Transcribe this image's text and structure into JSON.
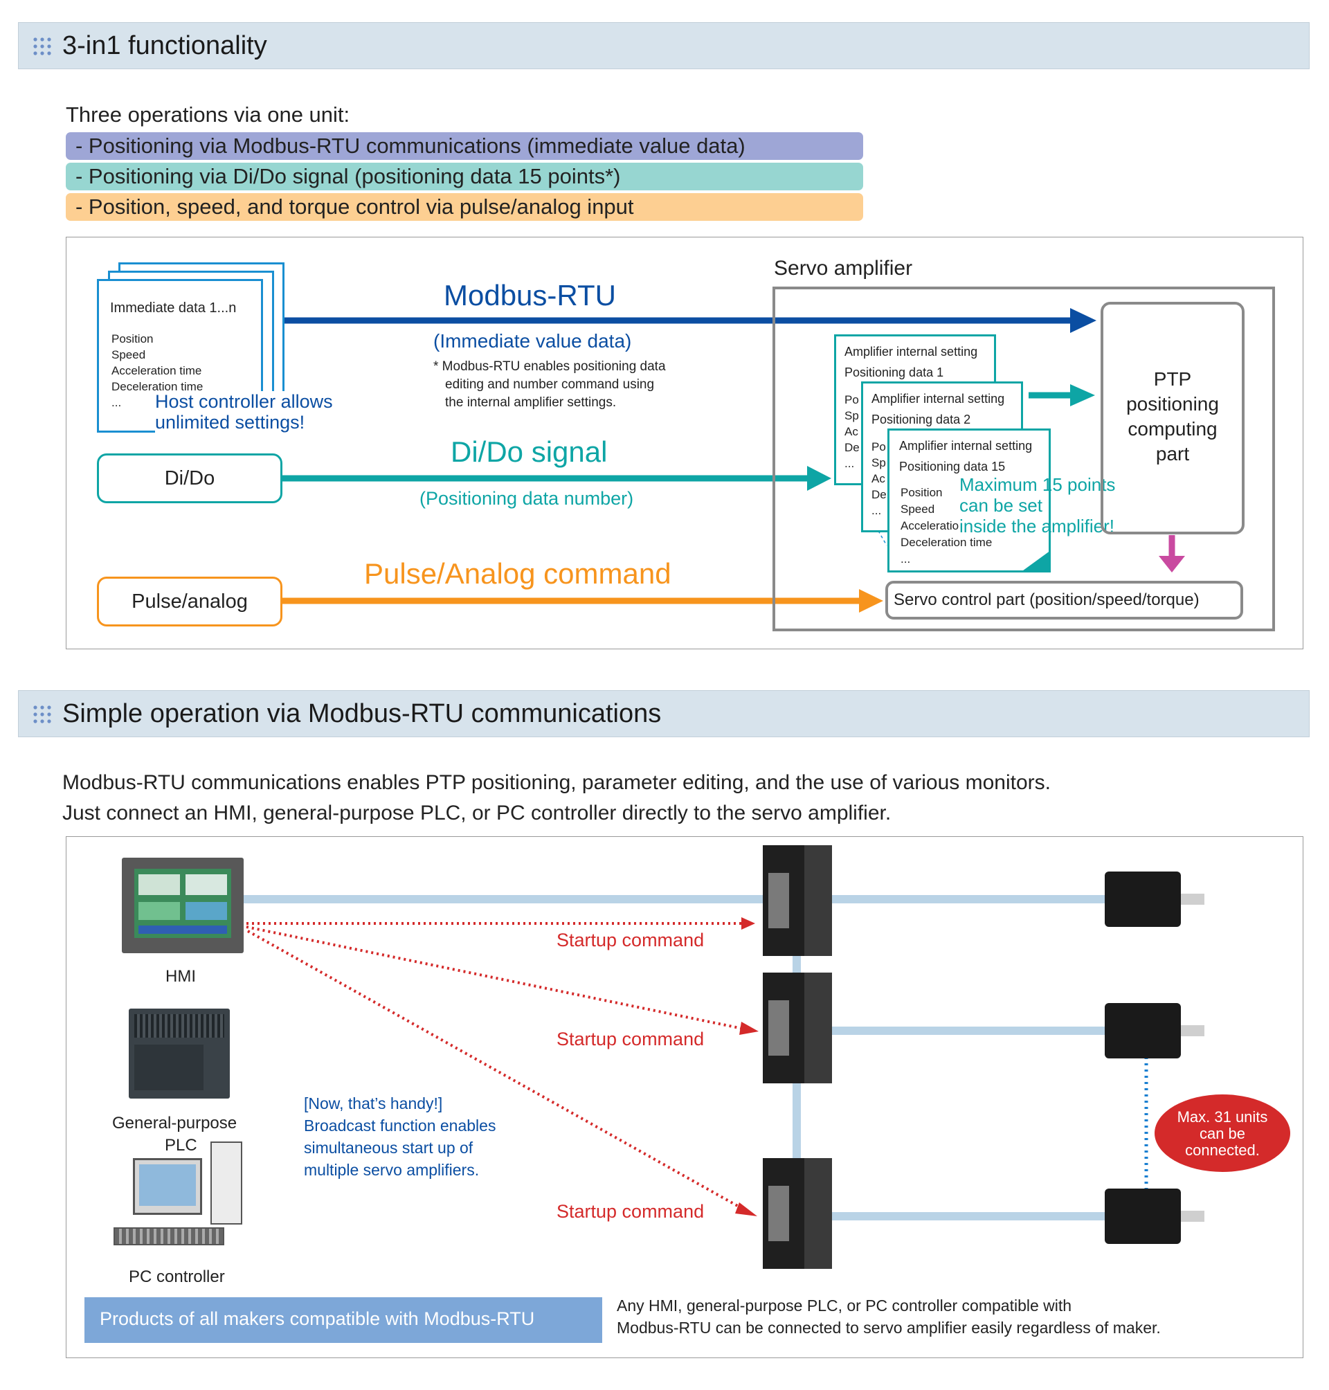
{
  "section1": {
    "title": "3-in1 functionality",
    "intro": "Three operations via one unit:",
    "operations": [
      {
        "label": "- Positioning via Modbus-RTU communications (immediate value data)",
        "color": "#9ea6d6"
      },
      {
        "label": "- Positioning via Di/Do signal (positioning data 15 points*)",
        "color": "#97d6d1"
      },
      {
        "label": "- Position, speed, and torque control via pulse/analog input",
        "color": "#fdcf92"
      }
    ],
    "diagram": {
      "immediate_title": "Immediate data 1...n",
      "immediate_items": [
        "Position",
        "Speed",
        "Acceleration time",
        "Deceleration time",
        "..."
      ],
      "host_note_line1": "Host controller allows",
      "host_note_line2": "unlimited settings!",
      "modbus_label": "Modbus-RTU",
      "modbus_sub": "(Immediate value data)",
      "modbus_note_line1": "* Modbus-RTU enables positioning data",
      "modbus_note_line2": "editing and number command using",
      "modbus_note_line3": "the internal amplifier settings.",
      "dido_box": "Di/Do",
      "dido_label": "Di/Do signal",
      "dido_sub": "(Positioning data number)",
      "pulse_box": "Pulse/analog",
      "pulse_label": "Pulse/Analog command",
      "servo_amp_title": "Servo amplifier",
      "amp_sheet_title": "Amplifier internal setting",
      "amp_sheet1": "Positioning data 1",
      "amp_sheet2": "Positioning data 2",
      "amp_sheet15": "Positioning data 15",
      "amp_frag_1": [
        "Po",
        "Sp",
        "Ac",
        "De",
        "..."
      ],
      "amp_frag_2": [
        "Po",
        "Sp",
        "Ac",
        "De",
        "..."
      ],
      "amp_items": [
        "Position",
        "Speed",
        "Acceleratio",
        "Deceleration time",
        "..."
      ],
      "max_note_line1": "Maximum 15 points",
      "max_note_line2": "can be set",
      "max_note_line3": "inside the amplifier!",
      "ptp_line1": "PTP",
      "ptp_line2": "positioning",
      "ptp_line3": "computing",
      "ptp_line4": "part",
      "servo_control": "Servo control part (position/speed/torque)"
    },
    "colors": {
      "modbus": "#0b4ea2",
      "dido": "#0ea5a5",
      "pulse": "#f7941d",
      "ptp_arrow": "#c94aa0"
    }
  },
  "section2": {
    "title": "Simple operation via Modbus-RTU communications",
    "intro_line1": "Modbus-RTU communications enables PTP positioning, parameter editing, and the use of various monitors.",
    "intro_line2": "Just connect an HMI, general-purpose PLC, or PC controller directly to the servo amplifier.",
    "diagram": {
      "hmi_label": "HMI",
      "plc_label_line1": "General-purpose",
      "plc_label_line2": "PLC",
      "pc_label": "PC controller",
      "startup_commands": [
        "Startup command",
        "Startup command",
        "Startup command"
      ],
      "handy_line1": "[Now, that’s handy!]",
      "handy_line2": "Broadcast function enables",
      "handy_line3": "simultaneous start up of",
      "handy_line4": "multiple servo amplifiers.",
      "badge_line1": "Max. 31 units",
      "badge_line2": "can be",
      "badge_line3": "connected.",
      "makers_banner": "Products of all makers compatible with Modbus-RTU",
      "compat_line1": "Any HMI, general-purpose PLC, or PC controller compatible with",
      "compat_line2": "Modbus-RTU can be connected to servo amplifier easily regardless of maker."
    },
    "colors": {
      "command": "#d42a2a",
      "cable": "#b9d3e6",
      "note": "#0b4ea2",
      "banner": "#7da7d8"
    }
  }
}
